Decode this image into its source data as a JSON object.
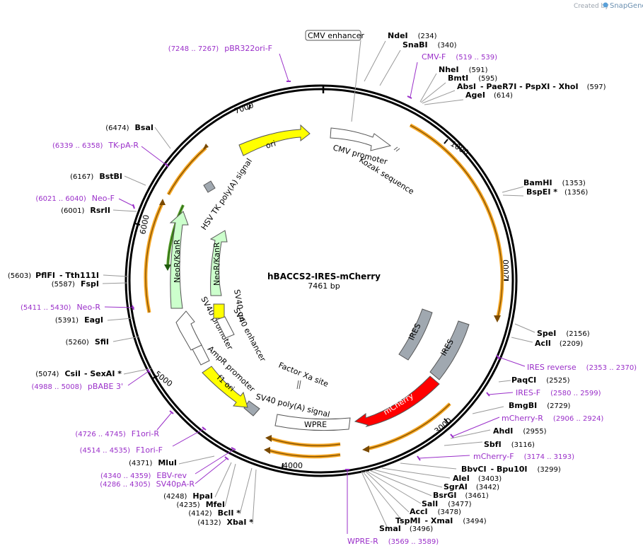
{
  "header": {
    "created_by": "Created by",
    "brand": "SnapGene"
  },
  "plasmid": {
    "name": "hBACCS2-IRES-mCherry",
    "length": "7461 bp"
  },
  "ticks": [
    "1000",
    "2000",
    "3000",
    "4000",
    "5000",
    "6000",
    "7000"
  ],
  "sites": [
    {
      "name": "NdeI",
      "pos": "(234)"
    },
    {
      "name": "SnaBI",
      "pos": "(340)"
    },
    {
      "name": "NheI",
      "pos": "(591)"
    },
    {
      "name": "BmtI",
      "pos": "(595)"
    },
    {
      "name": "AbsI",
      "extra": "- PaeR7I   - PspXI   - XhoI",
      "pos": "(597)"
    },
    {
      "name": "AgeI",
      "pos": "(614)"
    },
    {
      "name": "BamHI",
      "pos": "(1353)"
    },
    {
      "name": "BspEI *",
      "pos": "(1356)"
    },
    {
      "name": "SpeI",
      "pos": "(2156)"
    },
    {
      "name": "AclI",
      "pos": "(2209)"
    },
    {
      "name": "PaqCI",
      "pos": "(2525)"
    },
    {
      "name": "BmgBI",
      "pos": "(2729)"
    },
    {
      "name": "AhdI",
      "pos": "(2955)"
    },
    {
      "name": "SbfI",
      "pos": "(3116)"
    },
    {
      "name": "BbvCI",
      "extra": "- Bpu10I",
      "pos": "(3299)"
    },
    {
      "name": "AleI",
      "pos": "(3403)"
    },
    {
      "name": "SgrAI",
      "pos": "(3442)"
    },
    {
      "name": "BsrGI",
      "pos": "(3461)"
    },
    {
      "name": "SalI",
      "pos": "(3477)"
    },
    {
      "name": "AccI",
      "pos": "(3478)"
    },
    {
      "name": "TspMI",
      "extra": "- XmaI",
      "pos": "(3494)"
    },
    {
      "name": "SmaI",
      "pos": "(3496)"
    },
    {
      "name": "XbaI *",
      "pos": "(4132)"
    },
    {
      "name": "BclI *",
      "pos": "(4142)"
    },
    {
      "name": "MfeI",
      "pos": "(4235)"
    },
    {
      "name": "HpaI",
      "pos": "(4248)"
    },
    {
      "name": "MluI",
      "pos": "(4371)"
    },
    {
      "name": "CsiI",
      "extra": "- SexAI *",
      "pos": "(5074)"
    },
    {
      "name": "SfiI",
      "pos": "(5260)"
    },
    {
      "name": "EagI",
      "pos": "(5391)"
    },
    {
      "name": "FspI",
      "pos": "(5587)"
    },
    {
      "name": "PflFI",
      "extra": "- Tth111I",
      "pos": "(5603)"
    },
    {
      "name": "RsrII",
      "pos": "(6001)"
    },
    {
      "name": "BstBI",
      "pos": "(6167)"
    },
    {
      "name": "BsaI",
      "pos": "(6474)"
    }
  ],
  "primers": [
    {
      "name": "CMV-F",
      "pos": "(519 .. 539)"
    },
    {
      "name": "IRES reverse",
      "pos": "(2353 .. 2370)"
    },
    {
      "name": "IRES-F",
      "pos": "(2580 .. 2599)"
    },
    {
      "name": "mCherry-R",
      "pos": "(2906 .. 2924)"
    },
    {
      "name": "mCherry-F",
      "pos": "(3174 .. 3193)"
    },
    {
      "name": "WPRE-R",
      "pos": "(3569 .. 3589)"
    },
    {
      "name": "SV40pA-R",
      "pos": "(4286 .. 4305)"
    },
    {
      "name": "EBV-rev",
      "pos": "(4340 .. 4359)"
    },
    {
      "name": "F1ori-F",
      "pos": "(4514 .. 4535)"
    },
    {
      "name": "F1ori-R",
      "pos": "(4726 .. 4745)"
    },
    {
      "name": "pBABE 3'",
      "pos": "(4988 .. 5008)"
    },
    {
      "name": "Neo-R",
      "pos": "(5411 .. 5430)"
    },
    {
      "name": "Neo-F",
      "pos": "(6021 .. 6040)"
    },
    {
      "name": "TK-pA-R",
      "pos": "(6339 .. 6358)"
    },
    {
      "name": "pBR322ori-F",
      "pos": "(7248 .. 7267)"
    }
  ],
  "features": {
    "cmv_enhancer": "CMV enhancer",
    "cmv_promoter": "CMV promoter",
    "kozak": "Kozak sequence",
    "ires_inner": "IRES",
    "ires_outer": "IRES",
    "mcherry": "mCherry",
    "wpre": "WPRE",
    "sv40_polya": "SV40 poly(A) signal",
    "factor_xa": "Factor Xa site",
    "f1_ori": "f1 ori",
    "ampr_promoter": "AmpR promoter",
    "sv40_promoter": "SV40 promoter",
    "sv40_ori": "SV40 ori",
    "sv40_enhancer": "SV40 enhancer",
    "neo_outer": "NeoR/KanR",
    "neo_inner": "NeoR/KanR",
    "hsv_tk": "HSV TK poly(A) signal",
    "ori": "ori"
  },
  "colors": {
    "backbone": "#000000",
    "ori": "#ffff00",
    "neo": "#ccffcc",
    "ires": "#a0a8b0",
    "mcherry": "#ff0000",
    "primer": "#9a2fc9",
    "orf": "#f5a623"
  }
}
